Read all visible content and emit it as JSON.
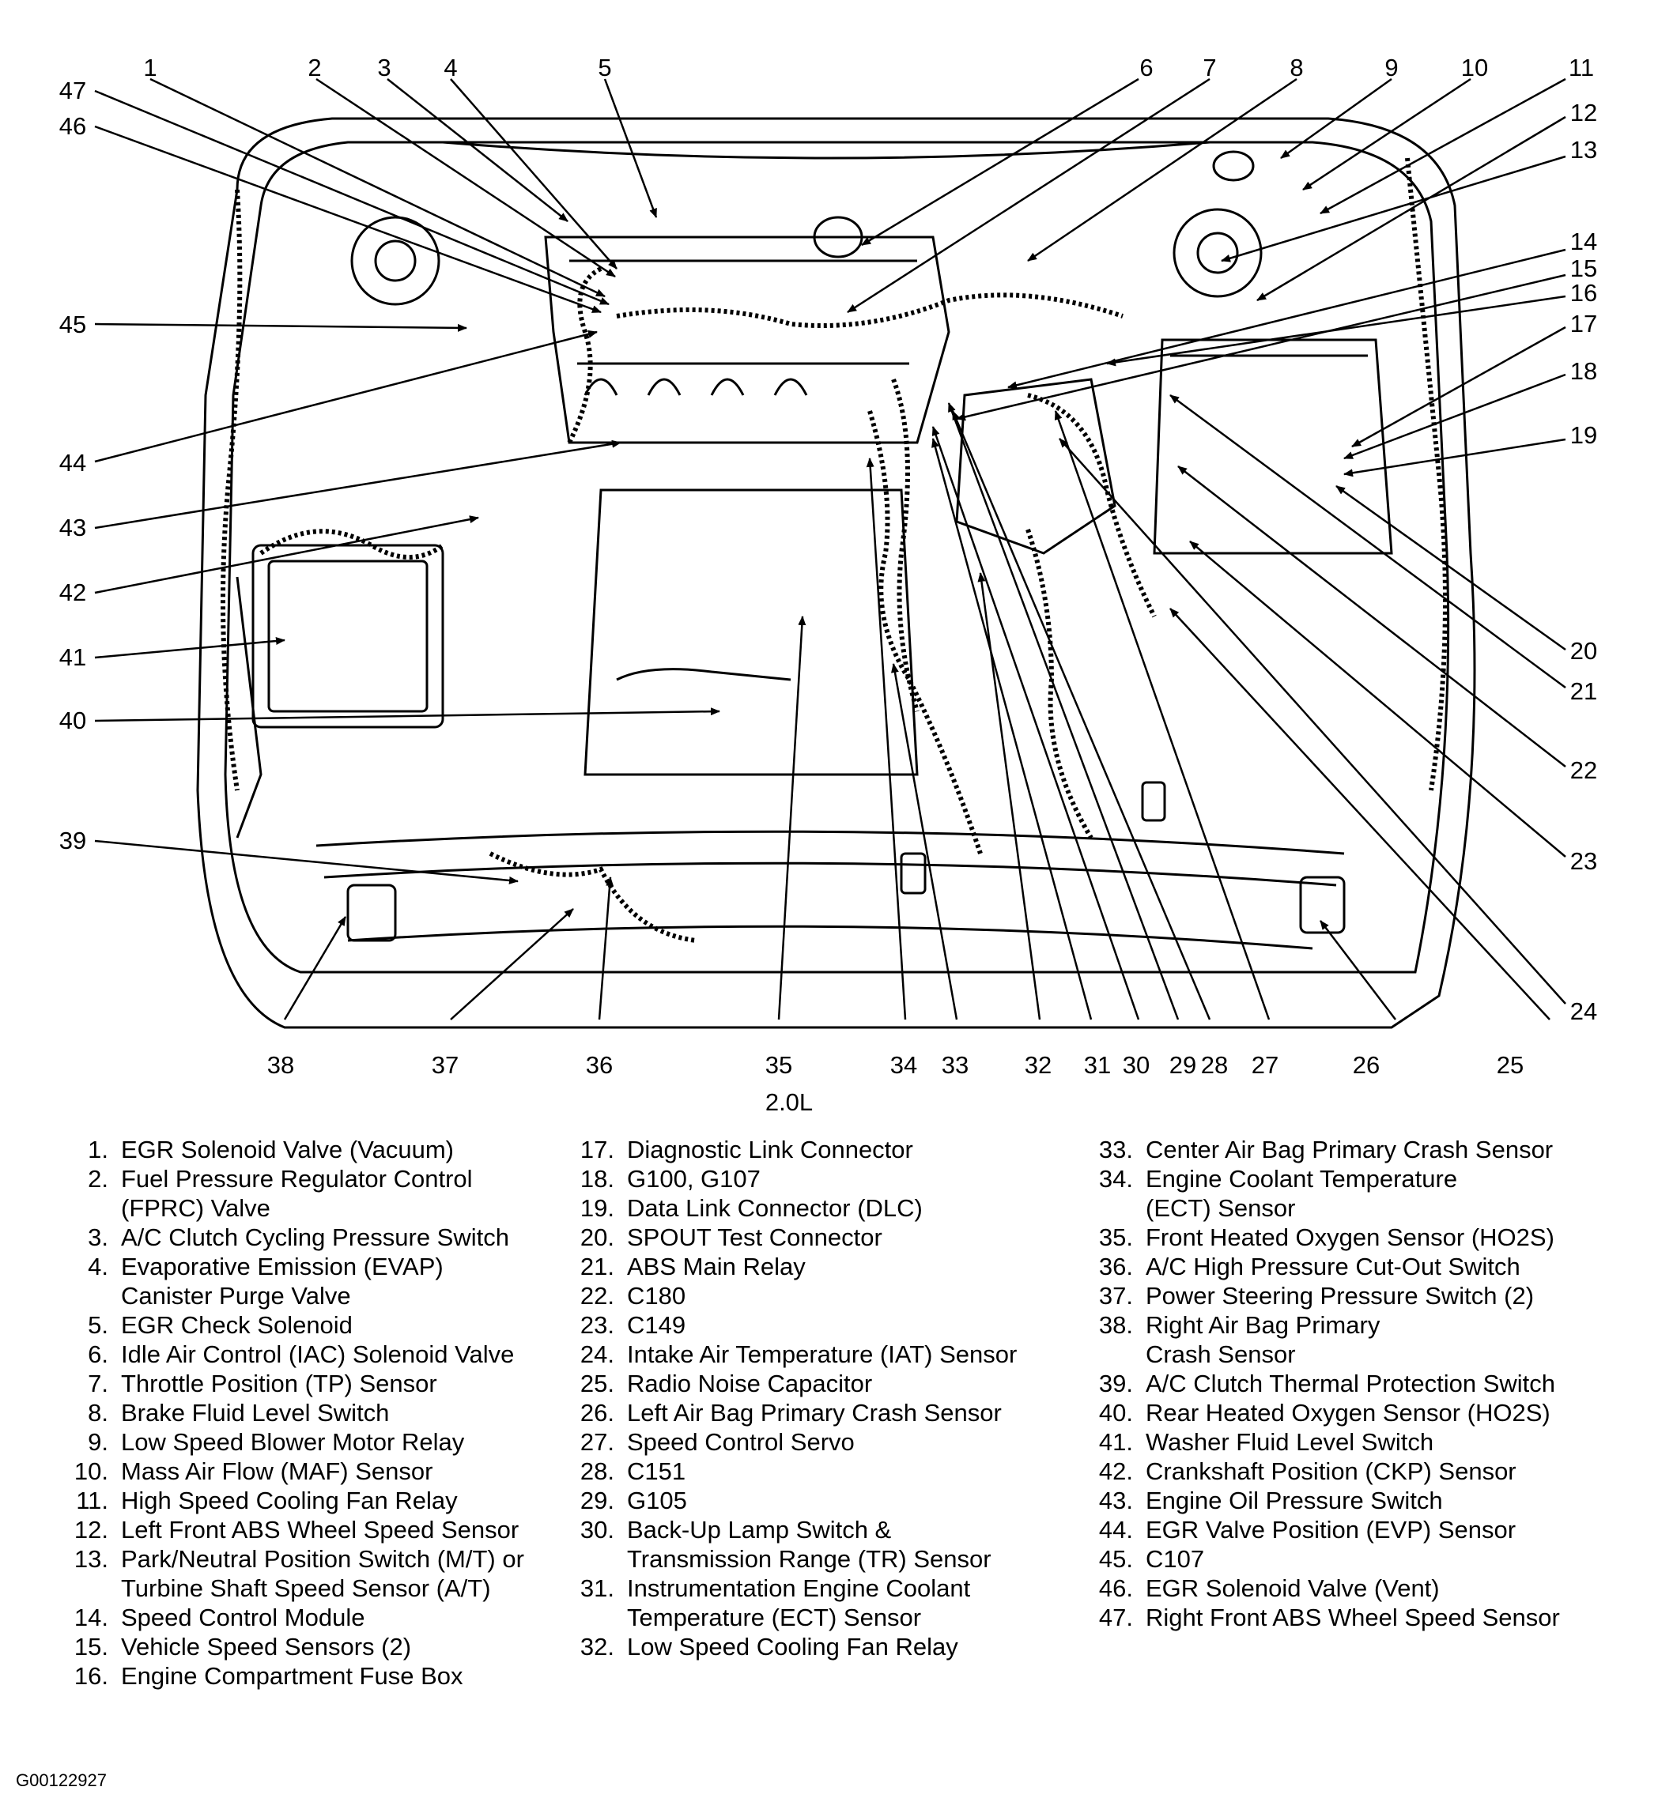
{
  "figure": {
    "engine_caption": "2.0L",
    "figure_id": "G00122927"
  },
  "diagram_numbers": [
    "1",
    "2",
    "3",
    "4",
    "5",
    "6",
    "7",
    "8",
    "9",
    "10",
    "11",
    "12",
    "13",
    "14",
    "15",
    "16",
    "17",
    "18",
    "19",
    "20",
    "21",
    "22",
    "23",
    "24",
    "25",
    "26",
    "27",
    "28",
    "29",
    "30",
    "31",
    "32",
    "33",
    "34",
    "35",
    "36",
    "37",
    "38",
    "39",
    "40",
    "41",
    "42",
    "43",
    "44",
    "45",
    "46",
    "47"
  ],
  "legend": {
    "column1": [
      {
        "num": "1.",
        "lines": [
          "EGR Solenoid Valve (Vacuum)"
        ]
      },
      {
        "num": "2.",
        "lines": [
          "Fuel Pressure Regulator Control",
          "(FPRC) Valve"
        ]
      },
      {
        "num": "3.",
        "lines": [
          "A/C Clutch Cycling Pressure Switch"
        ]
      },
      {
        "num": "4.",
        "lines": [
          "Evaporative Emission (EVAP)",
          "Canister Purge Valve"
        ]
      },
      {
        "num": "5.",
        "lines": [
          "EGR Check Solenoid"
        ]
      },
      {
        "num": "6.",
        "lines": [
          "Idle Air Control (IAC) Solenoid Valve"
        ]
      },
      {
        "num": "7.",
        "lines": [
          "Throttle Position (TP) Sensor"
        ]
      },
      {
        "num": "8.",
        "lines": [
          "Brake Fluid Level Switch"
        ]
      },
      {
        "num": "9.",
        "lines": [
          "Low Speed Blower Motor Relay"
        ]
      },
      {
        "num": "10.",
        "lines": [
          "Mass Air Flow (MAF) Sensor"
        ]
      },
      {
        "num": "11.",
        "lines": [
          "High Speed Cooling Fan Relay"
        ]
      },
      {
        "num": "12.",
        "lines": [
          "Left Front ABS Wheel Speed Sensor"
        ]
      },
      {
        "num": "13.",
        "lines": [
          "Park/Neutral Position Switch (M/T) or",
          "Turbine Shaft Speed Sensor (A/T)"
        ]
      },
      {
        "num": "14.",
        "lines": [
          "Speed Control Module"
        ]
      },
      {
        "num": "15.",
        "lines": [
          "Vehicle Speed Sensors (2)"
        ]
      },
      {
        "num": "16.",
        "lines": [
          "Engine Compartment Fuse Box"
        ]
      }
    ],
    "column2": [
      {
        "num": "17.",
        "lines": [
          "Diagnostic Link Connector"
        ]
      },
      {
        "num": "18.",
        "lines": [
          "G100, G107"
        ]
      },
      {
        "num": "19.",
        "lines": [
          "Data Link Connector (DLC)"
        ]
      },
      {
        "num": "20.",
        "lines": [
          "SPOUT Test Connector"
        ]
      },
      {
        "num": "21.",
        "lines": [
          "ABS Main Relay"
        ]
      },
      {
        "num": "22.",
        "lines": [
          "C180"
        ]
      },
      {
        "num": "23.",
        "lines": [
          "C149"
        ]
      },
      {
        "num": "24.",
        "lines": [
          "Intake Air Temperature (IAT) Sensor"
        ]
      },
      {
        "num": "25.",
        "lines": [
          "Radio Noise Capacitor"
        ]
      },
      {
        "num": "26.",
        "lines": [
          "Left Air Bag Primary Crash Sensor"
        ]
      },
      {
        "num": "27.",
        "lines": [
          "Speed Control Servo"
        ]
      },
      {
        "num": "28.",
        "lines": [
          "C151"
        ]
      },
      {
        "num": "29.",
        "lines": [
          "G105"
        ]
      },
      {
        "num": "30.",
        "lines": [
          "Back-Up Lamp Switch &",
          "Transmission Range (TR) Sensor"
        ]
      },
      {
        "num": "31.",
        "lines": [
          "Instrumentation Engine Coolant",
          "Temperature (ECT) Sensor"
        ]
      },
      {
        "num": "32.",
        "lines": [
          "Low Speed Cooling Fan Relay"
        ]
      }
    ],
    "column3": [
      {
        "num": "33.",
        "lines": [
          "Center Air Bag Primary Crash Sensor"
        ]
      },
      {
        "num": "34.",
        "lines": [
          "Engine Coolant Temperature",
          "(ECT) Sensor"
        ]
      },
      {
        "num": "35.",
        "lines": [
          "Front Heated Oxygen Sensor (HO2S)"
        ]
      },
      {
        "num": "36.",
        "lines": [
          "A/C High Pressure Cut-Out Switch"
        ]
      },
      {
        "num": "37.",
        "lines": [
          "Power Steering Pressure Switch (2)"
        ]
      },
      {
        "num": "38.",
        "lines": [
          "Right Air Bag Primary",
          "Crash Sensor"
        ]
      },
      {
        "num": "39.",
        "lines": [
          "A/C Clutch Thermal Protection Switch"
        ]
      },
      {
        "num": "40.",
        "lines": [
          "Rear Heated Oxygen Sensor (HO2S)"
        ]
      },
      {
        "num": "41.",
        "lines": [
          "Washer Fluid Level Switch"
        ]
      },
      {
        "num": "42.",
        "lines": [
          "Crankshaft Position (CKP) Sensor"
        ]
      },
      {
        "num": "43.",
        "lines": [
          "Engine Oil Pressure Switch"
        ]
      },
      {
        "num": "44.",
        "lines": [
          "EGR Valve Position (EVP) Sensor"
        ]
      },
      {
        "num": "45.",
        "lines": [
          "C107"
        ]
      },
      {
        "num": "46.",
        "lines": [
          "EGR Solenoid Valve (Vent)"
        ]
      },
      {
        "num": "47.",
        "lines": [
          "Right Front ABS Wheel Speed Sensor"
        ]
      }
    ]
  }
}
